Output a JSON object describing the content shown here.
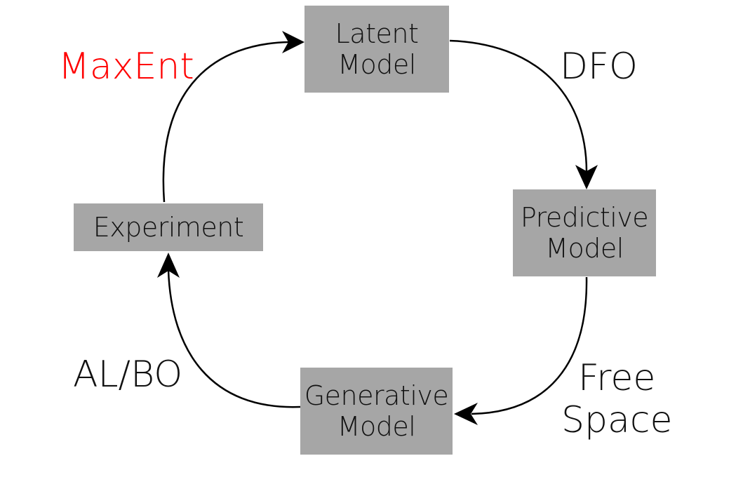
{
  "boxes": {
    "latent": {
      "line1": "Latent",
      "line2": "Model"
    },
    "predictive": {
      "line1": "Predictive",
      "line2": "Model"
    },
    "generative": {
      "line1": "Generative",
      "line2": "Model"
    },
    "experiment": {
      "label": "Experiment"
    }
  },
  "labels": {
    "maxent": "MaxEnt",
    "dfo": "DFO",
    "free_space": {
      "line1": "Free",
      "line2": "Space"
    },
    "albo": "AL/BO"
  },
  "colors": {
    "box_fill": "#a6a6a6",
    "text": "#111111",
    "highlight": "#ff0000",
    "arrow": "#000000"
  }
}
